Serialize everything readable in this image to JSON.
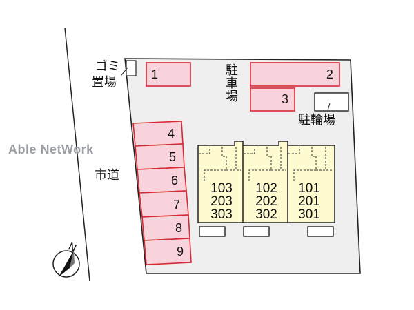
{
  "watermark": "Able NetWork",
  "labels": {
    "garbage": "ゴミ",
    "garbage2": "置場",
    "parking": "駐車場",
    "bicycle": "駐輪場",
    "road": "市道",
    "north": "N"
  },
  "parking_spaces": [
    "1",
    "2",
    "3",
    "4",
    "5",
    "6",
    "7",
    "8",
    "9"
  ],
  "units": [
    {
      "rooms": [
        "103",
        "203",
        "303"
      ]
    },
    {
      "rooms": [
        "102",
        "202",
        "302"
      ]
    },
    {
      "rooms": [
        "101",
        "201",
        "301"
      ]
    }
  ],
  "colors": {
    "lot": "#efefef",
    "parking_fill": "#f8d3db",
    "parking_border": "#d62a34",
    "building": "#fdfbcf",
    "outline": "#222222"
  }
}
